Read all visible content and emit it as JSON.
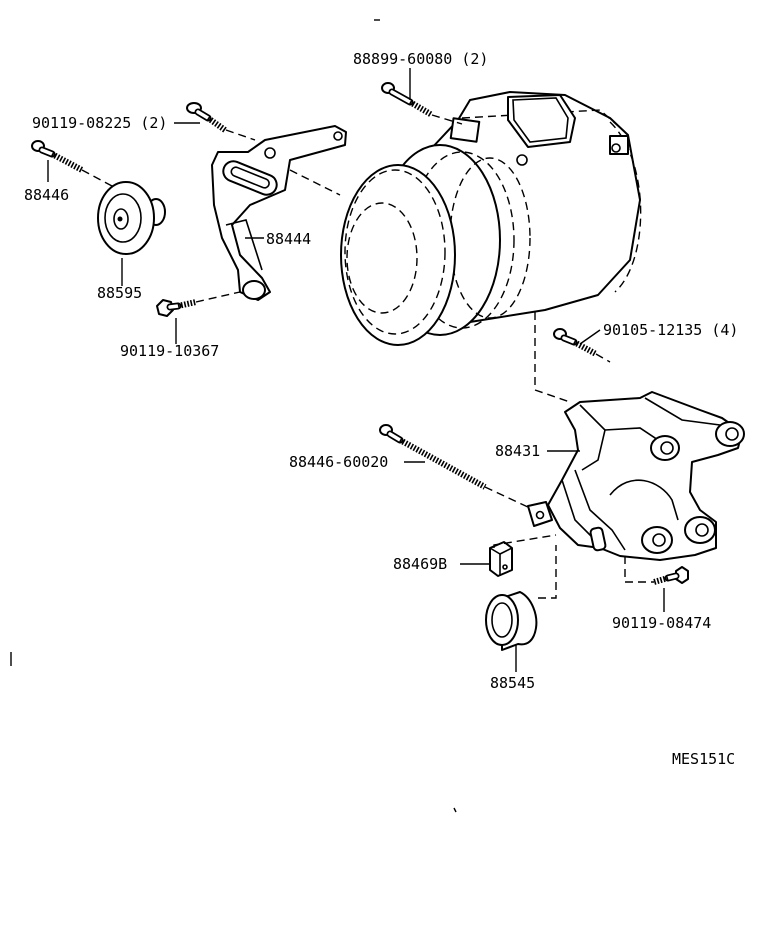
{
  "labels": {
    "p88899": "88899-60080 (2)",
    "p90119_08225": "90119-08225 (2)",
    "p88446": "88446",
    "p88595": "88595",
    "p88444": "88444",
    "p90119_10367": "90119-10367",
    "p90105": "90105-12135 (4)",
    "p88431": "88431",
    "p88446_60020": "88446-60020",
    "p88469B": "88469B",
    "p90119_08474": "90119-08474",
    "p88545": "88545",
    "drawing_code": "MES151C"
  }
}
